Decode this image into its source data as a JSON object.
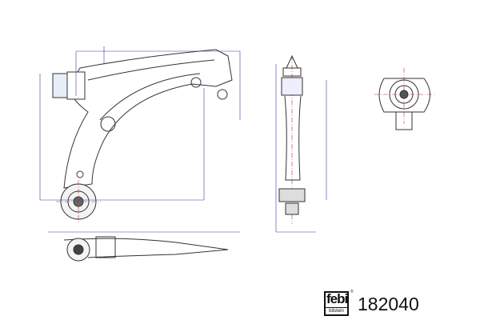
{
  "brand": {
    "logo_main": "febi",
    "logo_sub": "bilstein",
    "registered": "®"
  },
  "part_number": "182040",
  "colors": {
    "outline": "#333333",
    "dimension": "#3a3aa0",
    "centerline": "#c03030"
  }
}
